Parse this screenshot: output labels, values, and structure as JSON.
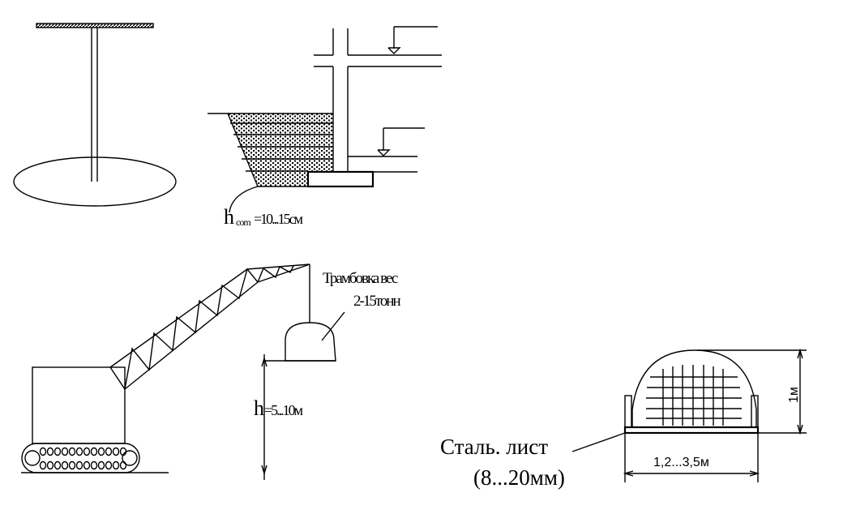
{
  "labels": {
    "h_sub": "h",
    "h_sub_small": "com",
    "h_sub_value": "=10...15см",
    "tamper_line1": "Трамбовка вес",
    "tamper_line2": "2-15тонн",
    "drop_h": "h",
    "drop_h_value": "=5...10м",
    "steel_line1": "Сталь. лист",
    "steel_line2": "(8...20мм)",
    "height_dim": "1м",
    "width_dim": "1,2...3,5м"
  }
}
